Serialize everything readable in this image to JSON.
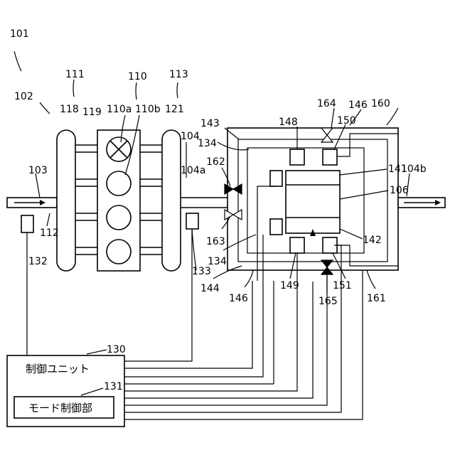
{
  "figure": {
    "refs": {
      "r101": "101",
      "r102": "102",
      "r103": "103",
      "r104": "104",
      "r104a": "104a",
      "r104b": "104b",
      "r106": "106",
      "r110": "110",
      "r110a": "110a",
      "r110b": "110b",
      "r111": "111",
      "r112": "112",
      "r113": "113",
      "r118": "118",
      "r119": "119",
      "r121": "121",
      "r130": "130",
      "r131": "131",
      "r132": "132",
      "r133": "133",
      "r134_top": "134",
      "r134_bot": "134",
      "r141": "141",
      "r142": "142",
      "r143": "143",
      "r144": "144",
      "r146_top": "146",
      "r146_bot": "146",
      "r148": "148",
      "r149": "149",
      "r150": "150",
      "r151": "151",
      "r160": "160",
      "r161": "161",
      "r162": "162",
      "r163": "163",
      "r164": "164",
      "r165": "165"
    },
    "control_unit_label": "制御ユニット",
    "mode_control_label": "モード制御部"
  }
}
